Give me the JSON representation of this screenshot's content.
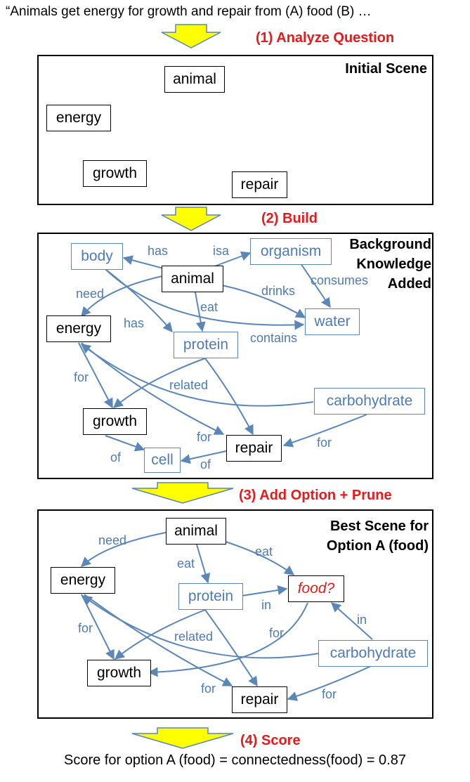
{
  "question": "“Animals get energy for growth and repair from (A) food (B) …",
  "steps": [
    "(1) Analyze Question",
    "(2) Build",
    "(3) Add Option + Prune",
    "(4) Score"
  ],
  "panel1": {
    "title": "Initial Scene",
    "nodes": {
      "animal": "animal",
      "energy": "energy",
      "growth": "growth",
      "repair": "repair"
    }
  },
  "panel2": {
    "title_lines": [
      "Background",
      "Knowledge",
      "Added"
    ],
    "nodes": {
      "body": "body",
      "animal": "animal",
      "organism": "organism",
      "energy": "energy",
      "protein": "protein",
      "water": "water",
      "carbohydrate": "carbohydrate",
      "growth": "growth",
      "cell": "cell",
      "repair": "repair"
    },
    "edge_labels": {
      "has1": "has",
      "isa": "isa",
      "need": "need",
      "eat": "eat",
      "drinks": "drinks",
      "consumes": "consumes",
      "has2": "has",
      "contains": "contains",
      "for1": "for",
      "related": "related",
      "for2": "for",
      "for3": "for",
      "of1": "of",
      "of2": "of"
    }
  },
  "panel3": {
    "title_lines": [
      "Best Scene for",
      "Option A (food)"
    ],
    "nodes": {
      "animal": "animal",
      "energy": "energy",
      "protein": "protein",
      "food": "food?",
      "growth": "growth",
      "repair": "repair",
      "carbohydrate": "carbohydrate"
    },
    "edge_labels": {
      "need": "need",
      "eat1": "eat",
      "eat2": "eat",
      "in1": "in",
      "for1": "for",
      "related": "related",
      "for2": "for",
      "in2": "in",
      "for3": "for",
      "for4": "for"
    }
  },
  "score": "Score for option A (food) = connectedness(food) = 0.87",
  "colors": {
    "edge": "#5a86b8",
    "step": "#e8191b",
    "arrow_fill": "#ffff00",
    "arrow_stroke": "#5a86b8"
  }
}
